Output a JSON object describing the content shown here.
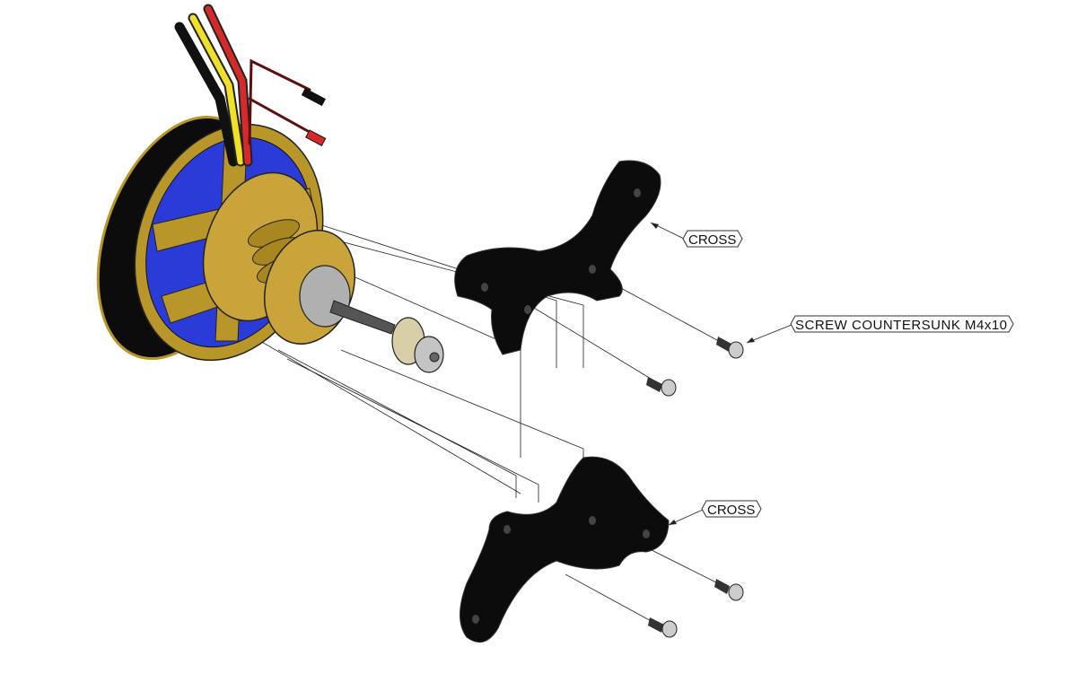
{
  "labels": {
    "cross_top": "CROSS",
    "screw": "SCREW COUNTERSUNK M4x10",
    "cross_bottom": "CROSS"
  },
  "colors": {
    "gold": "#b8962a",
    "stator_blue": "#2a3bd8",
    "black_part": "#0c0c0c",
    "wire_red": "#d42a2a",
    "wire_yellow": "#f0e02a",
    "steel": "#a8a8a8"
  }
}
